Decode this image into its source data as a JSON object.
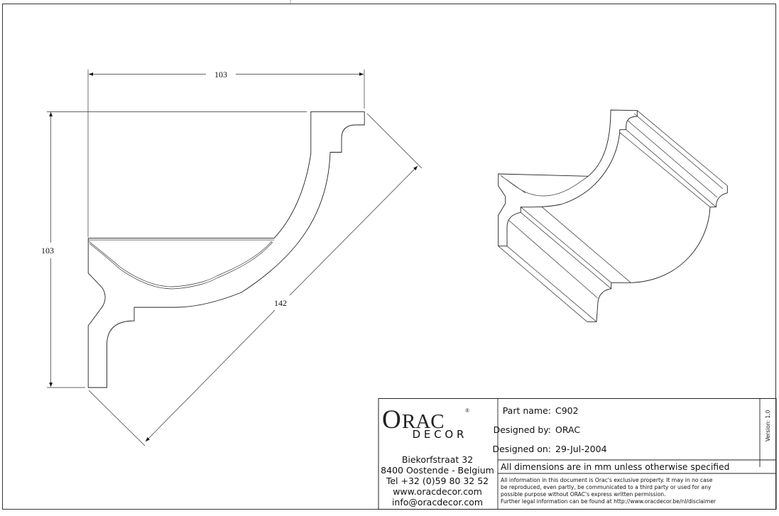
{
  "drawing": {
    "dimensions": {
      "width": "103",
      "height": "103",
      "diagonal": "142"
    }
  },
  "title_block": {
    "logo": {
      "main": "ORAC",
      "registered": "®",
      "sub": "D E C O R"
    },
    "address": {
      "street": "Biekorfstraat 32",
      "city": "8400 Oostende - Belgium",
      "tel": "Tel  +32 (0)59 80 32 52",
      "web": "www.oracdecor.com",
      "email": "info@oracdecor.com"
    },
    "part_name_label": "Part name:",
    "part_name": "C902",
    "designed_by_label": "Designed by:",
    "designed_by": "ORAC",
    "designed_on_label": "Designed on:",
    "designed_on": "29-Jul-2004",
    "version": "Version: 1.0",
    "units_note": "All dimensions are in mm unless otherwise specified",
    "legal": [
      "All information in this document is Orac's exclusive property.  It may in no case",
      "be reproduced, even partly, be communicated to a third party or used for any",
      "possible purpose without ORAC's express written permission.",
      "Further legal information can be found at http://www.oracdecor.be/nl/disclaimer"
    ]
  }
}
